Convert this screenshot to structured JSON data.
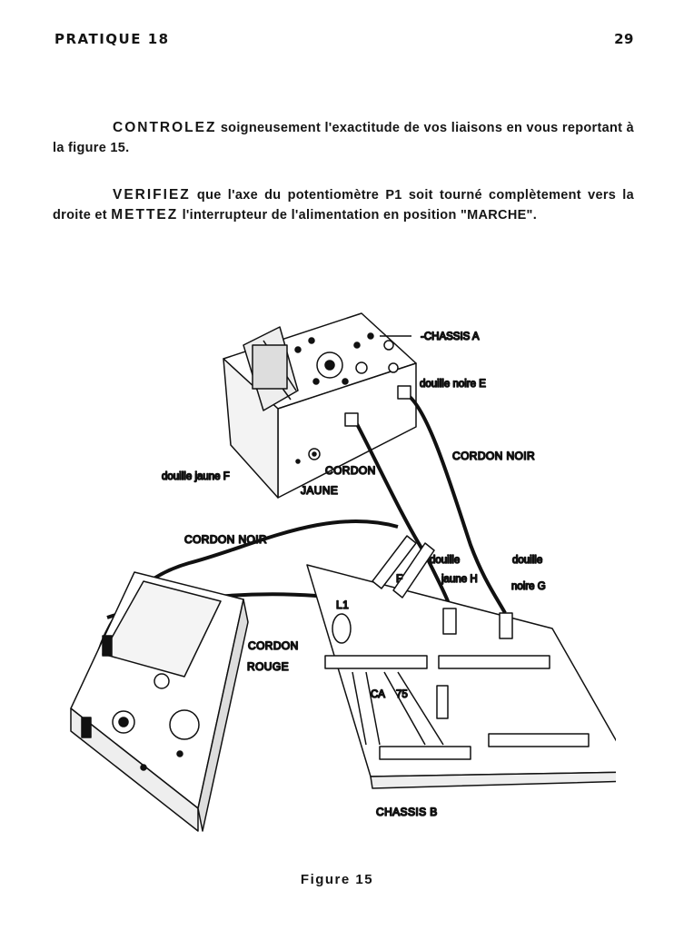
{
  "header": {
    "left": "PRATIQUE 18",
    "page_number": "29"
  },
  "paragraph1": {
    "keyword": "CONTROLEZ",
    "text": " soigneusement l'exactitude de vos liaisons en vous reportant à la figure 15."
  },
  "paragraph2": {
    "keyword1": "VERIFIEZ",
    "text1": " que l'axe du potentiomètre P1 soit tourné complètement vers la droite et ",
    "keyword2": "METTEZ",
    "text2": " l'interrupteur de l'alimentation en position \"MARCHE\"."
  },
  "figure": {
    "labels": {
      "chassis_a": "-CHASSIS A",
      "douille_noire_e": "douille noire E",
      "cordon_noir_top": "CORDON NOIR",
      "douille_jaune_f": "douille jaune F",
      "cordon": "CORDON",
      "jaune": "JAUNE",
      "cordon_noir_left": "CORDON NOIR",
      "douille_h1": "douille",
      "douille_h2": "jaune H",
      "douille_g1": "douille",
      "douille_g2": "noire G",
      "f": "F",
      "l1": "L1",
      "cordon_rouge1": "CORDON",
      "cordon_rouge2": "ROUGE",
      "ca": "CA",
      "n75": "75",
      "chassis_b": "CHASSIS B"
    },
    "caption": "Figure 15"
  }
}
